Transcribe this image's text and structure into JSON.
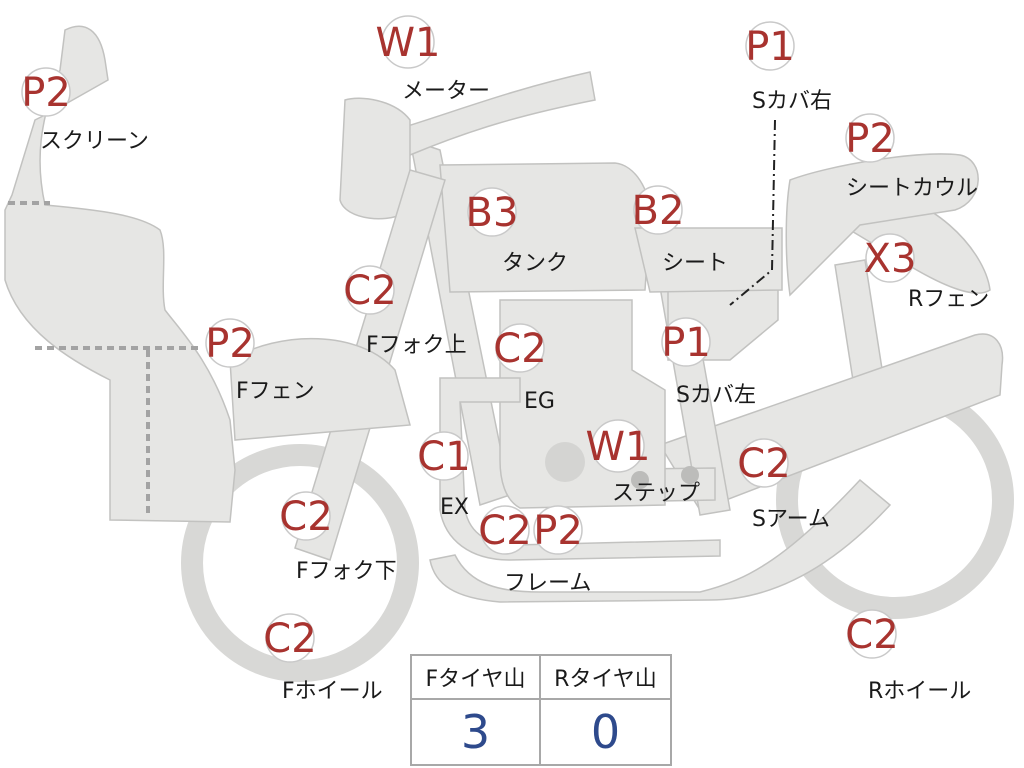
{
  "parts": [
    {
      "key": "screen",
      "grade": "P2",
      "label": "スクリーン"
    },
    {
      "key": "meter",
      "grade": "W1",
      "label": "メーター"
    },
    {
      "key": "side_cover_r",
      "grade": "P1",
      "label": "Sカバ右"
    },
    {
      "key": "seat_cowl",
      "grade": "P2",
      "label": "シートカウル"
    },
    {
      "key": "tank",
      "grade": "B3",
      "label": "タンク"
    },
    {
      "key": "seat",
      "grade": "B2",
      "label": "シート"
    },
    {
      "key": "r_fender",
      "grade": "X3",
      "label": "Rフェン"
    },
    {
      "key": "fork_upper",
      "grade": "C2",
      "label": "Fフォク上"
    },
    {
      "key": "f_fender",
      "grade": "P2",
      "label": "Fフェン"
    },
    {
      "key": "engine",
      "grade": "C2",
      "label": "EG"
    },
    {
      "key": "side_cover_l",
      "grade": "P1",
      "label": "Sカバ左"
    },
    {
      "key": "exhaust",
      "grade": "C1",
      "label": "EX"
    },
    {
      "key": "step",
      "grade": "W1",
      "label": "ステップ"
    },
    {
      "key": "swing_arm",
      "grade": "C2",
      "label": "Sアーム"
    },
    {
      "key": "fork_lower",
      "grade": "C2",
      "label": "Fフォク下"
    },
    {
      "key": "frame_a",
      "grade": "C2",
      "label": ""
    },
    {
      "key": "frame_b",
      "grade": "P2",
      "label": "フレーム"
    },
    {
      "key": "f_wheel",
      "grade": "C2",
      "label": "Fホイール"
    },
    {
      "key": "r_wheel",
      "grade": "C2",
      "label": "Rホイール"
    }
  ],
  "tire_table": {
    "headers": [
      "Fタイヤ山",
      "Rタイヤ山"
    ],
    "values": [
      "3",
      "0"
    ]
  },
  "colors": {
    "grade": "#a8332f",
    "tire_value": "#2e4a8c",
    "body_fill": "#e6e6e4"
  }
}
